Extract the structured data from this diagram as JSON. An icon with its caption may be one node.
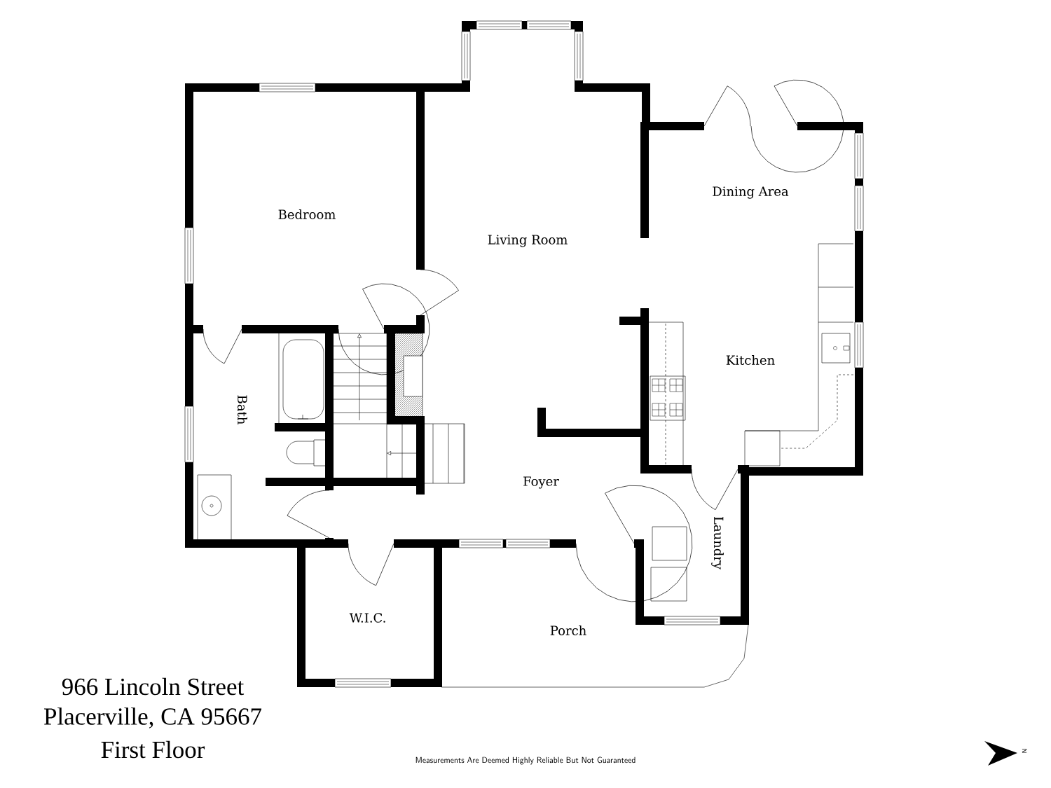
{
  "diagram": {
    "labels": [
      "Bedroom",
      "Living Room",
      "Dining Area",
      "Kitchen",
      "Bath",
      "Foyer",
      "Laundry",
      "W.I.C.",
      "Porch",
      "966 Lincoln Street",
      "Placerville, CA 95667",
      "First Floor",
      "Measurements Are Deemed Highly Reliable But Not Guaranteed",
      "N"
    ]
  }
}
